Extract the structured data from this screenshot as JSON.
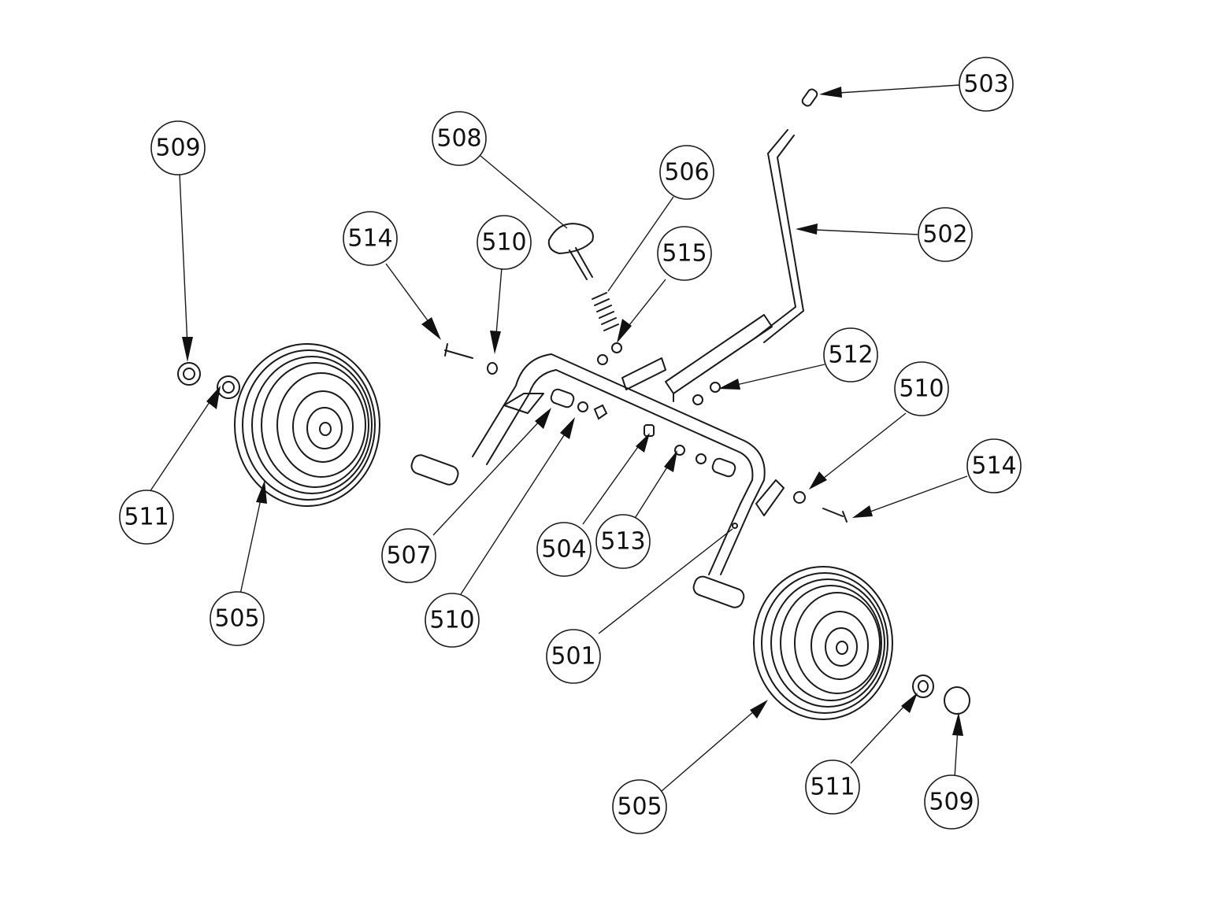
{
  "callouts": [
    {
      "id": "c509a",
      "label": "509"
    },
    {
      "id": "c511a",
      "label": "511"
    },
    {
      "id": "c505a",
      "label": "505"
    },
    {
      "id": "c514a",
      "label": "514"
    },
    {
      "id": "c510a",
      "label": "510"
    },
    {
      "id": "c508",
      "label": "508"
    },
    {
      "id": "c506",
      "label": "506"
    },
    {
      "id": "c515",
      "label": "515"
    },
    {
      "id": "c503",
      "label": "503"
    },
    {
      "id": "c502",
      "label": "502"
    },
    {
      "id": "c512",
      "label": "512"
    },
    {
      "id": "c510b",
      "label": "510"
    },
    {
      "id": "c514b",
      "label": "514"
    },
    {
      "id": "c507",
      "label": "507"
    },
    {
      "id": "c510c",
      "label": "510"
    },
    {
      "id": "c504",
      "label": "504"
    },
    {
      "id": "c513",
      "label": "513"
    },
    {
      "id": "c501",
      "label": "501"
    },
    {
      "id": "c505b",
      "label": "505"
    },
    {
      "id": "c511b",
      "label": "511"
    },
    {
      "id": "c509b",
      "label": "509"
    }
  ]
}
